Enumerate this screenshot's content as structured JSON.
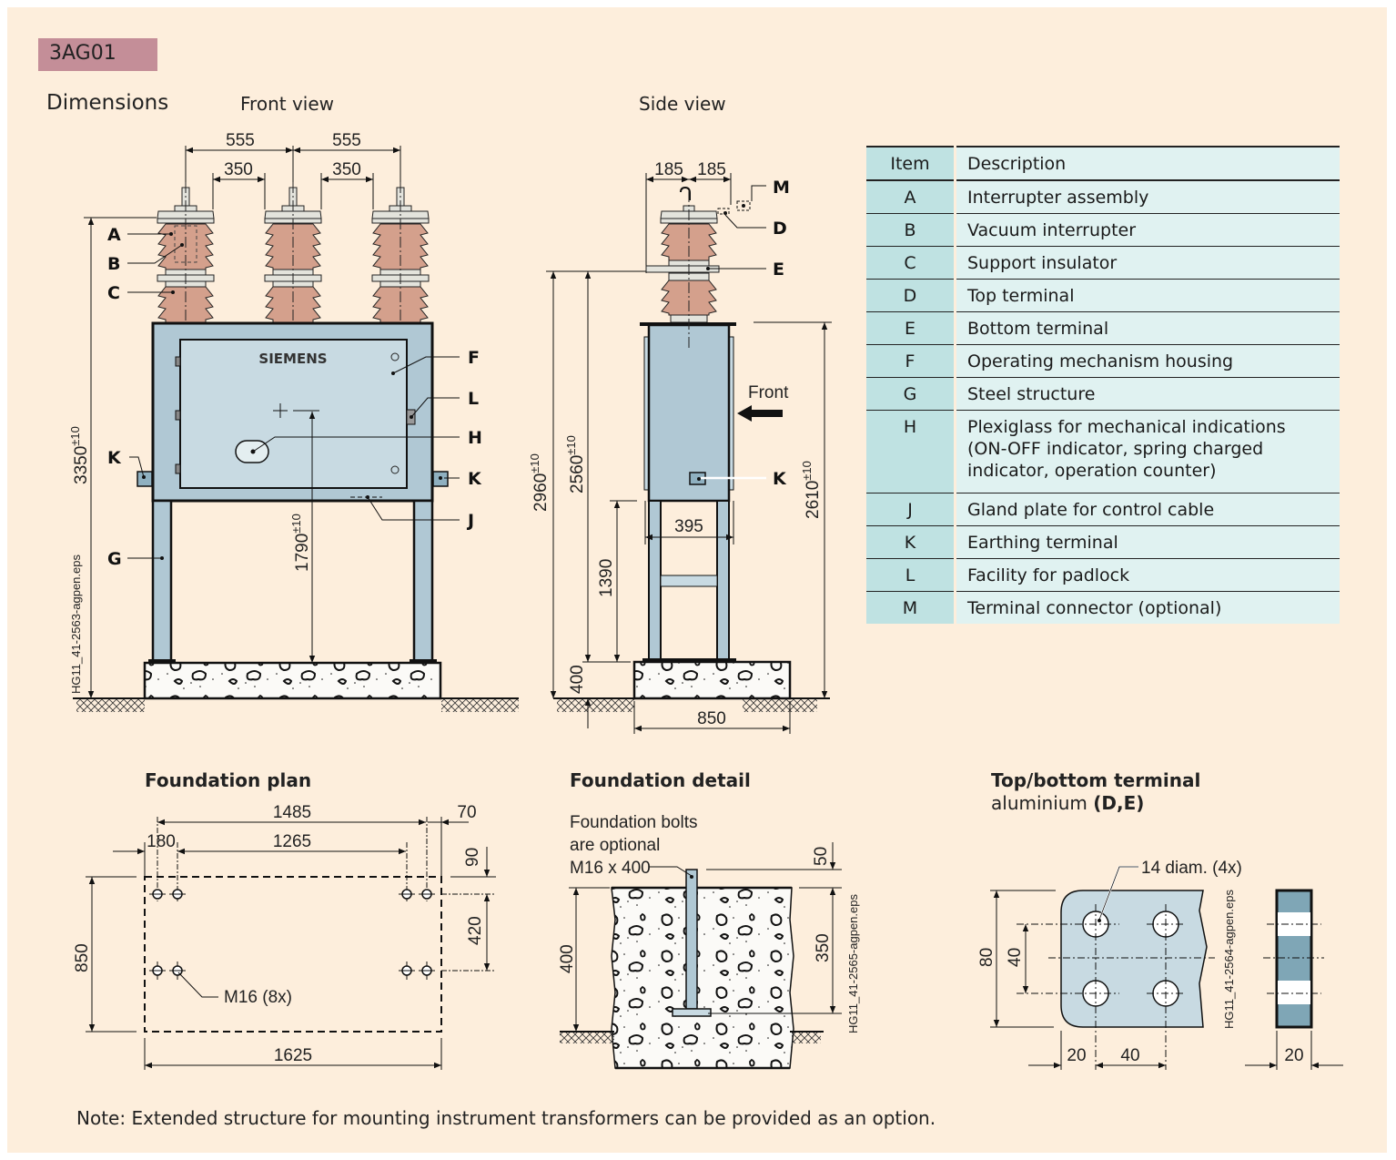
{
  "header": {
    "model_badge": "3AG01",
    "title": "Dimensions",
    "front_view_title": "Front view",
    "side_view_title": "Side view"
  },
  "colors": {
    "background": "#fdeedc",
    "badge": "#c48e98",
    "insulator": "#d4a08c",
    "steel": "#b0c8d4",
    "table_item": "#bfe2e2",
    "table_desc": "#e0f2f1"
  },
  "legend": {
    "headers": {
      "item": "Item",
      "description": "Description"
    },
    "rows": [
      {
        "item": "A",
        "description": "Interrupter assembly"
      },
      {
        "item": "B",
        "description": "Vacuum interrupter"
      },
      {
        "item": "C",
        "description": "Support insulator"
      },
      {
        "item": "D",
        "description": "Top terminal"
      },
      {
        "item": "E",
        "description": "Bottom terminal"
      },
      {
        "item": "F",
        "description": "Operating mechanism housing"
      },
      {
        "item": "G",
        "description": "Steel structure"
      },
      {
        "item": "H",
        "description": "Plexiglass for mechanical indications (ON-OFF indicator, spring charged indicator, operation counter)"
      },
      {
        "item": "J",
        "description": "Gland plate for control cable"
      },
      {
        "item": "K",
        "description": "Earthing terminal"
      },
      {
        "item": "L",
        "description": "Facility for padlock"
      },
      {
        "item": "M",
        "description": "Terminal connector (optional)"
      }
    ]
  },
  "front_view": {
    "brand": "SIEMENS",
    "dims": {
      "pole_pitch_1": "555",
      "pole_pitch_2": "555",
      "gap_1": "350",
      "gap_2": "350",
      "total_height": "3350",
      "total_height_tol": "±10",
      "mech_height": "1790",
      "mech_height_tol": "±10"
    },
    "labels": {
      "A": "A",
      "B": "B",
      "C": "C",
      "F": "F",
      "L": "L",
      "H": "H",
      "K1": "K",
      "K2": "K",
      "J": "J",
      "G": "G"
    },
    "file_ref": "HG11_41-2563-agpen.eps"
  },
  "side_view": {
    "front_label": "Front",
    "dims": {
      "half_1": "185",
      "half_2": "185",
      "h2960": "2960",
      "h2960_tol": "±10",
      "h2560": "2560",
      "h2560_tol": "±10",
      "h2610": "2610",
      "h2610_tol": "±10",
      "leg_width": "395",
      "h1390": "1390",
      "base": "400",
      "base_width": "850"
    },
    "labels": {
      "M": "M",
      "D": "D",
      "E": "E",
      "K": "K"
    }
  },
  "foundation_plan": {
    "title": "Foundation plan",
    "dims": {
      "d1485": "1485",
      "d70": "70",
      "d180": "180",
      "d1265": "1265",
      "d90": "90",
      "d420": "420",
      "d850": "850",
      "d1625": "1625"
    },
    "bolt_label": "M16 (8x)"
  },
  "foundation_detail": {
    "title": "Foundation detail",
    "note_line1": "Foundation bolts",
    "note_line2": "are optional",
    "note_line3": "M16 x 400",
    "dims": {
      "d50": "50",
      "d400": "400",
      "d350": "350"
    },
    "file_ref": "HG11_41-2565-agpen.eps"
  },
  "terminal": {
    "title": "Top/bottom terminal",
    "subtitle_plain": "aluminium ",
    "subtitle_bold": "(D,E)",
    "hole_label": "14 diam. (4x)",
    "dims": {
      "d80": "80",
      "d40v": "40",
      "d20": "20",
      "d40h": "40",
      "thickness": "20"
    },
    "file_ref": "HG11_41-2564-agpen.eps"
  },
  "note": "Note: Extended structure for mounting instrument transformers can be provided as an option."
}
